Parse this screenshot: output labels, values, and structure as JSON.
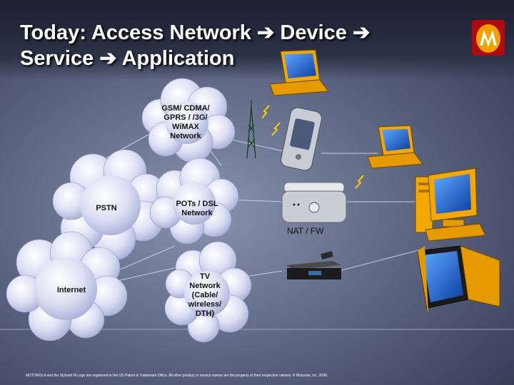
{
  "title": {
    "part1": "Today: Access Network",
    "part2": "Device",
    "part3": "Service",
    "part4": "Application",
    "arrow": "➔"
  },
  "logo": {
    "icon": "motorola-logo-icon",
    "color": "#f4a100"
  },
  "networks": {
    "gsm": "GSM/ CDMA/ GPRS / /3G/ WiMAX Network",
    "pstn": "PSTN",
    "dsl": "POTs / DSL Network",
    "internet": "Internet",
    "tv": "TV Network (Cable/ wireless/ DTH)"
  },
  "device_labels": {
    "router": "NAT / FW"
  },
  "devices": [
    "laptop-top",
    "cell-tower",
    "pda-phone",
    "laptop-middle",
    "router",
    "desktop-pc",
    "set-top-box",
    "television"
  ],
  "colors": {
    "cloud": "#d8dcf2",
    "cloud_shade": "#a9b0d8",
    "monitor": "#f2a800",
    "screen": "#1f6fd8",
    "line": "#c8cce0"
  },
  "footer": "MOTOROLA and the Stylized M Logo are registered in the US Patent & Trademark Office. All other product or service names are the property of their respective owners. © Motorola, Inc. 2006."
}
